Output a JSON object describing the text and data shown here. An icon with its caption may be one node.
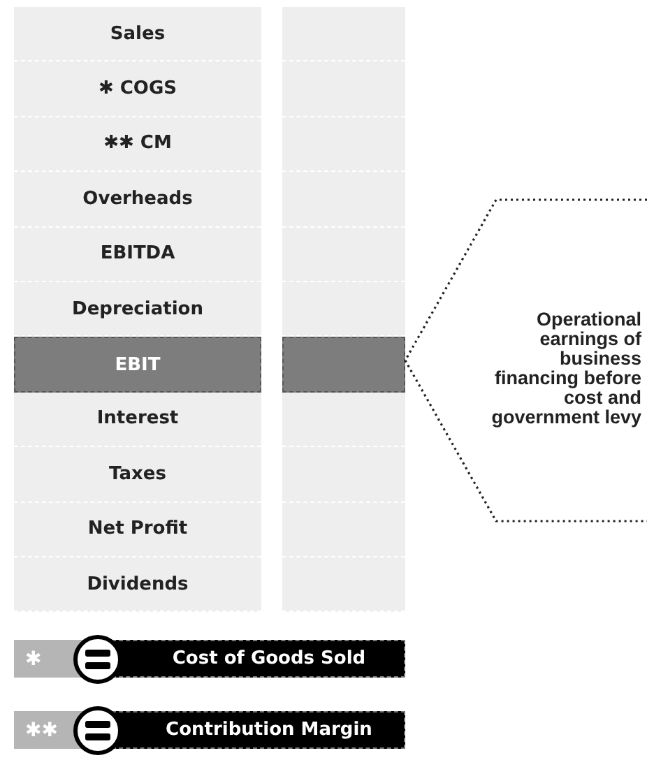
{
  "diagram": {
    "nodes": [
      {
        "text": [
          "Sales"
        ]
      },
      {
        "text": [
          "✱ COGS"
        ]
      },
      {
        "text": [
          "✱✱ CM"
        ]
      },
      {
        "text": [
          "Overheads"
        ]
      },
      {
        "text": [
          "EBITDA"
        ]
      },
      {
        "text": [
          "Depreciation"
        ]
      },
      {
        "text": [
          "EBIT"
        ]
      },
      {
        "text": [
          "Interest"
        ]
      },
      {
        "text": [
          "Taxes"
        ]
      },
      {
        "text": [
          "Net Profit"
        ]
      },
      {
        "text": [
          "Dividends"
        ]
      },
      {
        "text": [],
        "shape": "box"
      },
      {
        "text": [],
        "shape": "box"
      },
      {
        "text": [],
        "shape": "box"
      },
      {
        "text": [],
        "shape": "box"
      },
      {
        "text": [],
        "shape": "box"
      },
      {
        "text": [],
        "shape": "box"
      },
      {
        "text": [],
        "shape": "box"
      },
      {
        "text": [],
        "shape": "box"
      },
      {
        "text": [],
        "shape": "box"
      },
      {
        "text": [],
        "shape": "box"
      },
      {
        "text": [],
        "shape": "box"
      },
      {
        "text": [
          "Operational earnings of business financing before cost and government levy"
        ]
      }
    ],
    "labels": [
      "✱",
      "Cost of Goods Sold",
      "✱✱",
      "Contribution Margin"
    ]
  }
}
